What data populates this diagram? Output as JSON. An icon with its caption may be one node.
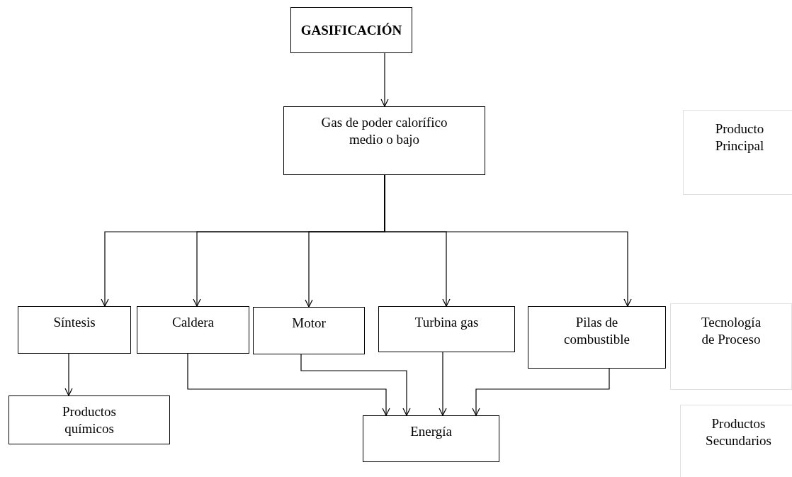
{
  "diagram": {
    "nodes": [
      {
        "text": [
          "GASIFICACIÓN"
        ]
      },
      {
        "text": [
          "Gas de poder calorífico medio o bajo"
        ]
      },
      {
        "text": [
          "Producto Principal"
        ]
      },
      {
        "text": [
          "Síntesis"
        ]
      },
      {
        "text": [
          "Caldera"
        ]
      },
      {
        "text": [
          "Motor"
        ]
      },
      {
        "text": [
          "Turbina gas"
        ]
      },
      {
        "text": [
          "Pilas de combustible"
        ]
      },
      {
        "text": [
          "Tecnología de Proceso"
        ]
      },
      {
        "text": [
          "Productos químicos"
        ]
      },
      {
        "text": [
          "Energía"
        ]
      },
      {
        "text": [
          "Productos Secundarios"
        ]
      }
    ],
    "edges": [
      {
        "from": 0,
        "to": 1,
        "arrow": "to"
      },
      {
        "from": 1,
        "to": 3,
        "arrow": "to"
      },
      {
        "from": 1,
        "to": 4,
        "arrow": "to"
      },
      {
        "from": 1,
        "to": 5,
        "arrow": "to"
      },
      {
        "from": 1,
        "to": 6,
        "arrow": "to"
      },
      {
        "from": 1,
        "to": 7,
        "arrow": "to"
      },
      {
        "from": 3,
        "to": 9,
        "arrow": "to"
      },
      {
        "from": 4,
        "to": 10,
        "arrow": "to"
      },
      {
        "from": 5,
        "to": 10,
        "arrow": "to"
      },
      {
        "from": 6,
        "to": 10,
        "arrow": "to"
      },
      {
        "from": 7,
        "to": 10,
        "arrow": "to"
      }
    ]
  }
}
